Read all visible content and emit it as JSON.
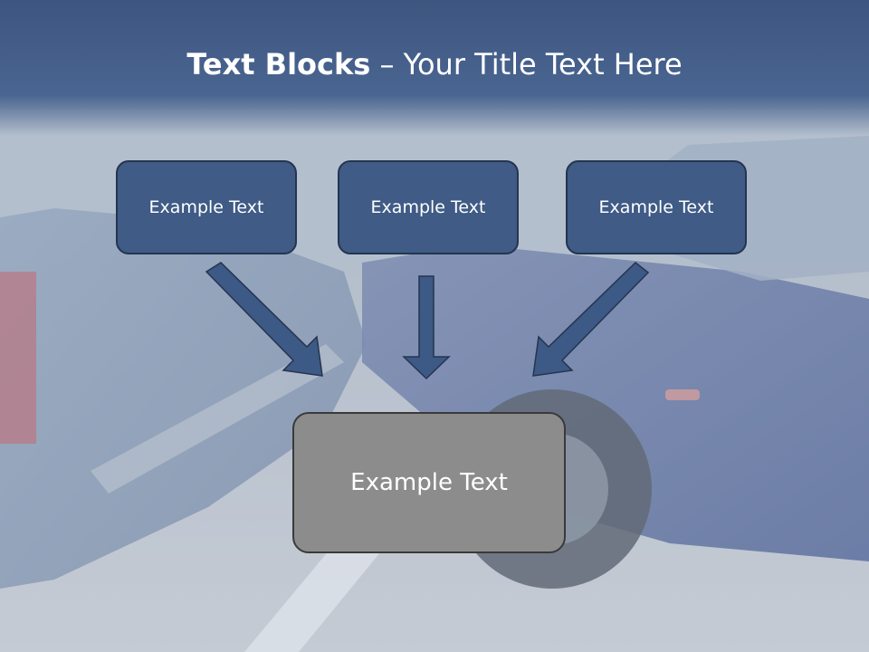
{
  "title": {
    "bold": "Text Blocks",
    "rest": " – Your Title Text Here"
  },
  "blocks": [
    {
      "label": "Example Text"
    },
    {
      "label": "Example Text"
    },
    {
      "label": "Example Text"
    }
  ],
  "target": {
    "label": "Example Text"
  },
  "colors": {
    "title_bar": "#45608c",
    "block_fill": "#3f5b86",
    "block_border": "#24354f",
    "target_fill": "#8c8c8c",
    "arrow_fill": "#3d5985"
  }
}
